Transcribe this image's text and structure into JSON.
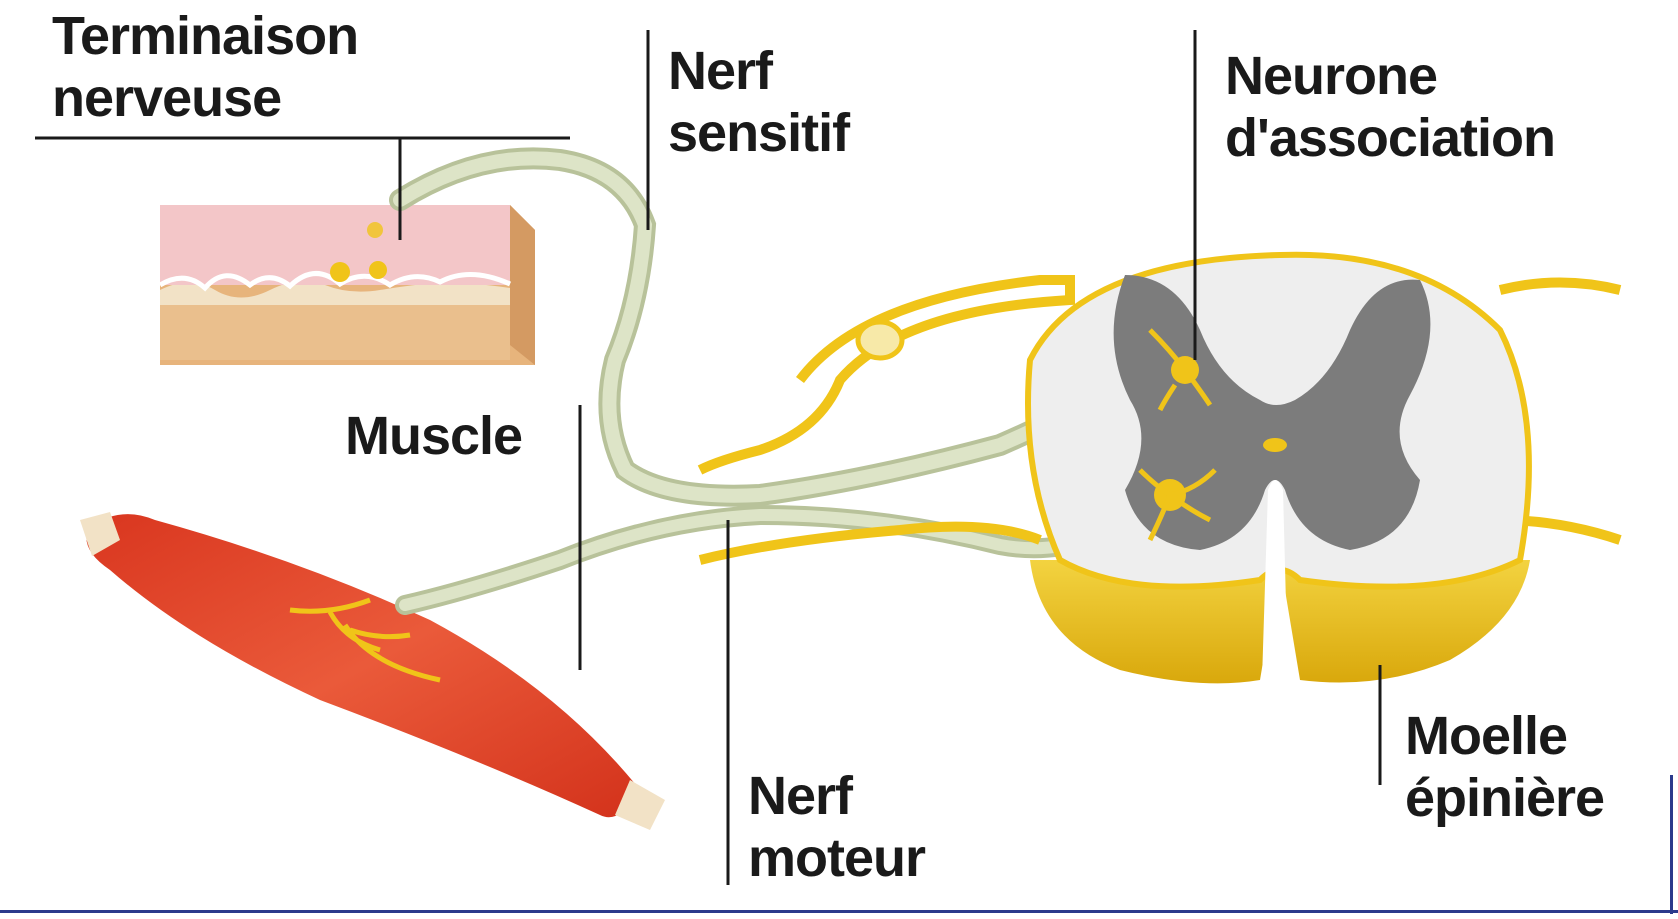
{
  "labels": {
    "terminaison": [
      "Terminaison",
      "nerveuse"
    ],
    "nerf_sensitif": [
      "Nerf",
      "sensitif"
    ],
    "neurone_association": [
      "Neurone",
      "d'association"
    ],
    "muscle": "Muscle",
    "nerf_moteur": [
      "Nerf",
      "moteur"
    ],
    "moelle_epiniere": [
      "Moelle",
      "épinière"
    ]
  },
  "colors": {
    "skin_top": "#f2c4c4",
    "skin_mid": "#efe0c2",
    "skin_base": "#e9bd8a",
    "muscle": "#e2452d",
    "nerve_fiber": "#d7dfc0",
    "nerve_yellow": "#f0c419",
    "gray_matter": "#7a7a7a",
    "white_matter": "#ececec",
    "frame": "#2b3a8c"
  }
}
